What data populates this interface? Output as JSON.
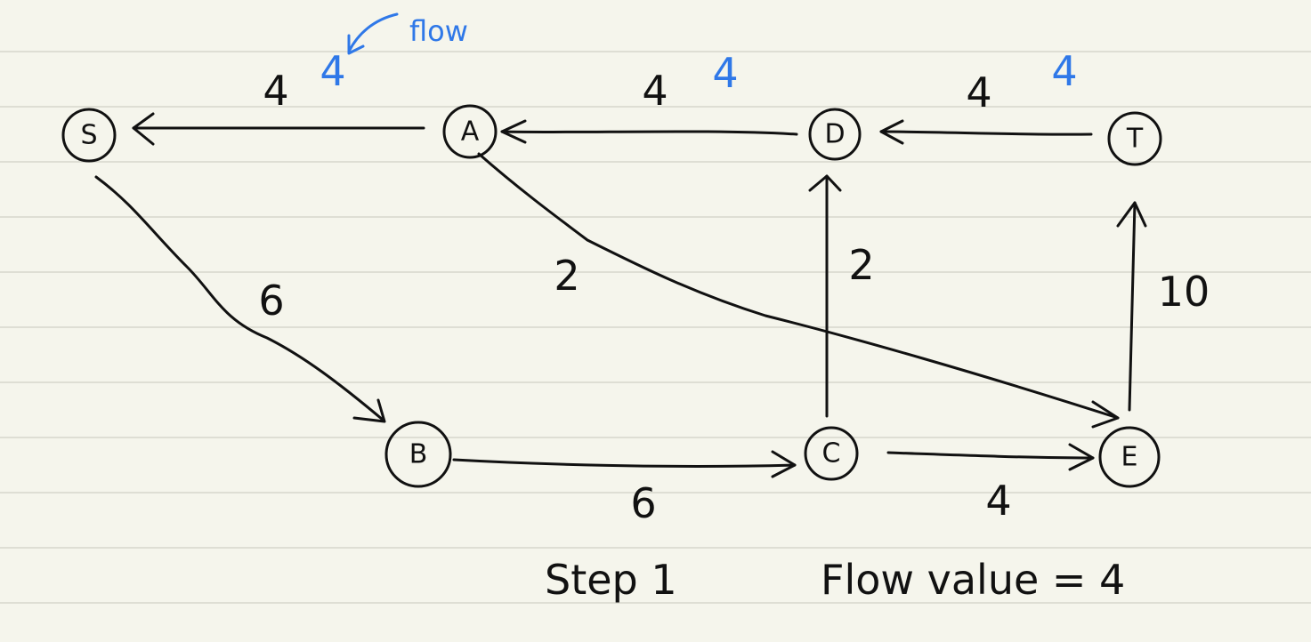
{
  "nodes": {
    "S": "S",
    "A": "A",
    "D": "D",
    "T": "T",
    "B": "B",
    "C": "C",
    "E": "E"
  },
  "capacities": {
    "A_S": "4",
    "D_A": "4",
    "T_D": "4",
    "S_B": "6",
    "A_E": "2",
    "C_D": "2",
    "E_T": "10",
    "B_C": "6",
    "C_E": "4"
  },
  "flows": {
    "A_S": "4",
    "D_A": "4",
    "T_D": "4"
  },
  "annotation": {
    "flow_note": "flow"
  },
  "caption": {
    "step": "Step 1",
    "flow_value": "Flow value = 4"
  },
  "colors": {
    "ink": "#111111",
    "flow_blue": "#2f78e8",
    "paper": "#f5f5ec",
    "rule_line": "#d6d6cc"
  }
}
